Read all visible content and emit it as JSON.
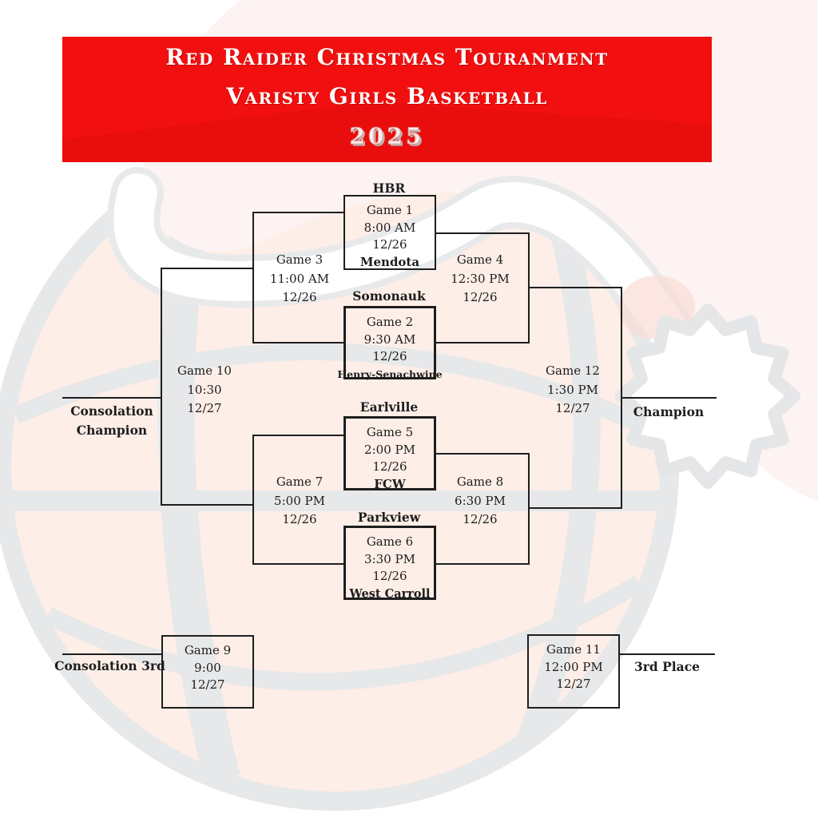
{
  "banner": {
    "line1": "Red Raider Christmas Touranment",
    "line2": "Varisty Girls Basketball",
    "year": "2025",
    "bg_color": "#f10f0f",
    "text_color": "#ffffff"
  },
  "boxed_games": {
    "game1": {
      "label_above": "HBR",
      "title": "Game 1",
      "time": "8:00 AM",
      "date": "12/26",
      "team": "Mendota"
    },
    "game2": {
      "label_above": "Somonauk",
      "title": "Game 2",
      "time": "9:30 AM",
      "date": "12/26",
      "team": "Henry-Senachwine"
    },
    "game5": {
      "label_above": "Earlville",
      "title": "Game 5",
      "time": "2:00 PM",
      "date": "12/26",
      "team": "FCW"
    },
    "game6": {
      "label_above": "Parkview",
      "title": "Game 6",
      "time": "3:30 PM",
      "date": "12/26",
      "team": "West Carroll"
    },
    "game9": {
      "title": "Game 9",
      "time": "9:00",
      "date": "12/27"
    },
    "game11": {
      "title": "Game 11",
      "time": "12:00 PM",
      "date": "12/27"
    }
  },
  "open_games": {
    "game3": {
      "title": "Game 3",
      "time": "11:00 AM",
      "date": "12/26"
    },
    "game4": {
      "title": "Game 4",
      "time": "12:30 PM",
      "date": "12/26"
    },
    "game7": {
      "title": "Game 7",
      "time": "5:00 PM",
      "date": "12/26"
    },
    "game8": {
      "title": "Game 8",
      "time": "6:30 PM",
      "date": "12/26"
    },
    "game10": {
      "title": "Game 10",
      "time": "10:30",
      "date": "12/27"
    },
    "game12": {
      "title": "Game 12",
      "time": "1:30 PM",
      "date": "12/27"
    }
  },
  "endpoints": {
    "consolation_champion_line1": "Consolation",
    "consolation_champion_line2": "Champion",
    "champion": "Champion",
    "consolation_3rd": "Consolation 3rd",
    "third_place": "3rd Place"
  },
  "colors": {
    "line": "#1e1e1e",
    "banner_red": "#f10f0f",
    "ball_fill": "#fdeee7",
    "seam_gray": "#e6e8ea",
    "hat_pink": "#fdf3f2"
  }
}
